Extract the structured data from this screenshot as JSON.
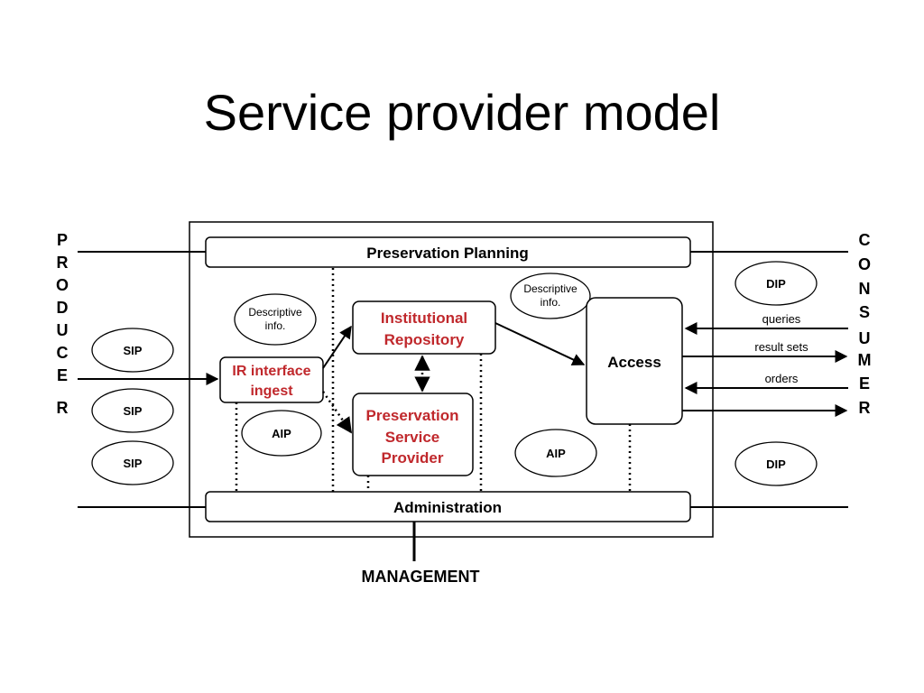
{
  "slide": {
    "title": "Service provider model"
  },
  "colors": {
    "line": "#000000",
    "red_text": "#c0282c",
    "background": "#ffffff"
  },
  "diagram": {
    "producer_letters": [
      "P",
      "R",
      "O",
      "D",
      "U",
      "C",
      "E",
      "R"
    ],
    "consumer_letters": [
      "C",
      "O",
      "N",
      "S",
      "U",
      "M",
      "E",
      "R"
    ],
    "preservation_planning": "Preservation Planning",
    "administration": "Administration",
    "management": "MANAGEMENT",
    "access": "Access",
    "ir_interface_ingest": [
      "IR interface",
      "ingest"
    ],
    "institutional_repository": [
      "Institutional",
      "Repository"
    ],
    "preservation_service_provider": [
      "Preservation",
      "Service",
      "Provider"
    ],
    "descriptive_info_left": [
      "Descriptive",
      "info."
    ],
    "descriptive_info_right": [
      "Descriptive",
      "info."
    ],
    "sip_labels": [
      "SIP",
      "SIP",
      "SIP"
    ],
    "aip_left": "AIP",
    "aip_right": "AIP",
    "dip_top": "DIP",
    "dip_bottom": "DIP",
    "flows": {
      "queries": "queries",
      "result_sets": "result sets",
      "orders": "orders"
    }
  }
}
